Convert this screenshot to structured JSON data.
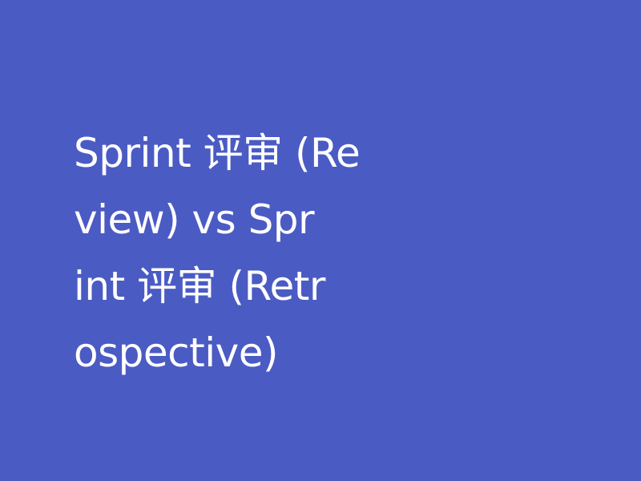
{
  "background_color": "#4B5BC4",
  "text_color": "#FFFFFF",
  "title": {
    "full_text": "Sprint 评审 (Review) vs Sprint 评审 (Retrospective)",
    "lines": [
      "Sprint 评审 (Re",
      "view) vs Spr",
      "int 评审 (Retr",
      "ospective)"
    ]
  }
}
